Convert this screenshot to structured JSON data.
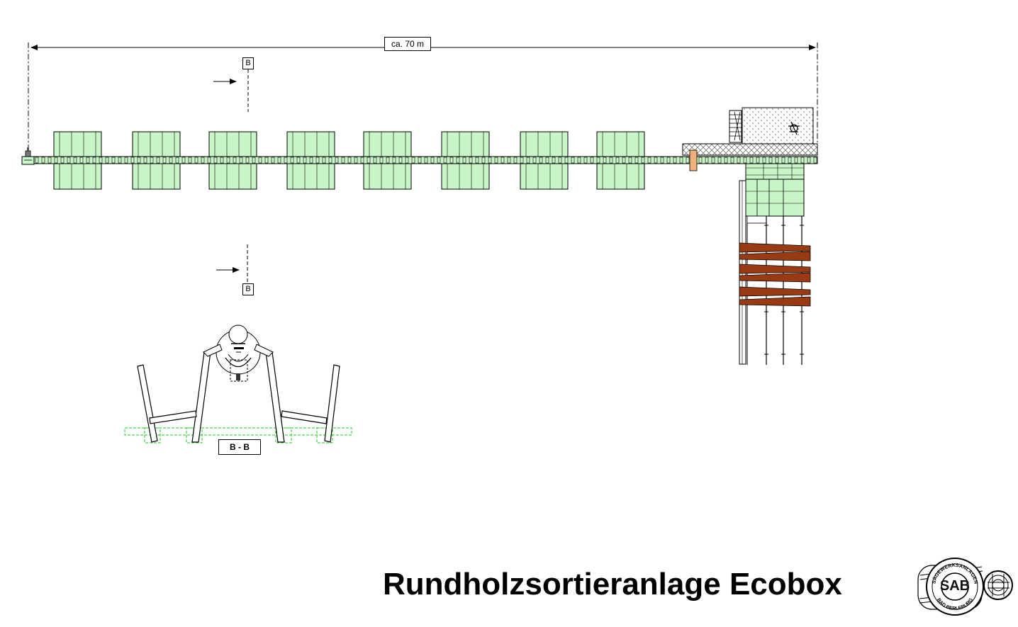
{
  "drawing": {
    "dimension_label": "ca. 70 m",
    "section_marker_top": "B",
    "section_marker_bottom": "B",
    "section_view_label": "B - B",
    "title": "Rundholzsortieranlage Ecobox"
  },
  "logo": {
    "initials": "SAB",
    "ring_text_top": "SÄGEWERKSANLAGEN",
    "ring_text_bottom": "BAD BERLEBURG"
  },
  "colors": {
    "line": "#000000",
    "box_fill": "#c8f5c8",
    "section_ground": "#22cc22",
    "log_fill": "#9a3a12",
    "accent_orange": "#f0b07a",
    "platform_hatch": "#666666"
  },
  "boxes": {
    "count": 8
  },
  "logs": {
    "count": 6
  }
}
